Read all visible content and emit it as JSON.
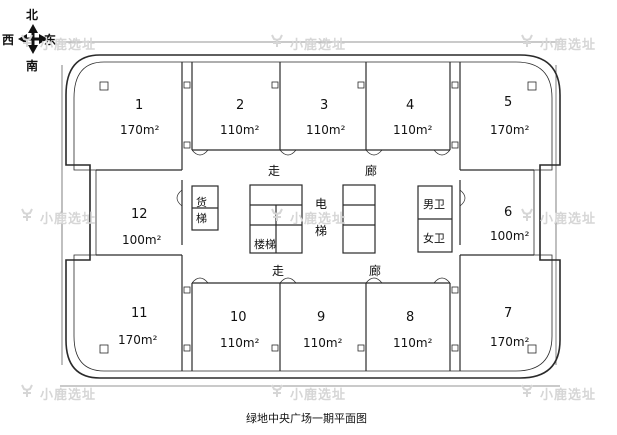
{
  "compass": {
    "north": "北",
    "south": "南",
    "west": "西",
    "east": "东"
  },
  "rooms": [
    {
      "no": "1",
      "area": "170m²"
    },
    {
      "no": "2",
      "area": "110m²"
    },
    {
      "no": "3",
      "area": "110m²"
    },
    {
      "no": "4",
      "area": "110m²"
    },
    {
      "no": "5",
      "area": "170m²"
    },
    {
      "no": "6",
      "area": "100m²"
    },
    {
      "no": "7",
      "area": "170m²"
    },
    {
      "no": "8",
      "area": "110m²"
    },
    {
      "no": "9",
      "area": "110m²"
    },
    {
      "no": "10",
      "area": "110m²"
    },
    {
      "no": "11",
      "area": "170m²"
    },
    {
      "no": "12",
      "area": "100m²"
    }
  ],
  "core": {
    "freight_elevator": [
      "货",
      "梯"
    ],
    "stairs": "楼梯",
    "elevator": [
      "电",
      "梯"
    ],
    "mens_restroom": "男卫",
    "womens_restroom": "女卫"
  },
  "corridor": {
    "top": [
      "走",
      "廊"
    ],
    "bottom": [
      "走",
      "廊"
    ]
  },
  "caption": "绿地中央广场一期平面图",
  "watermark": {
    "brand": "小鹿选址"
  },
  "colors": {
    "line": "#2a2a2a",
    "watermark": "#d6d6d6"
  }
}
